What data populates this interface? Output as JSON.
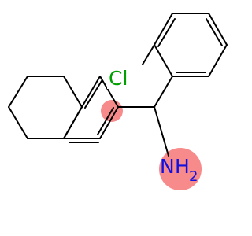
{
  "labels": {
    "cl": "Cl",
    "n": "N",
    "h": "H",
    "h_count": "2"
  },
  "colors": {
    "bond": "#000000",
    "chlorine": "#00a000",
    "nitrogen": "#1010e0",
    "highlight": "#f78a8a"
  }
}
